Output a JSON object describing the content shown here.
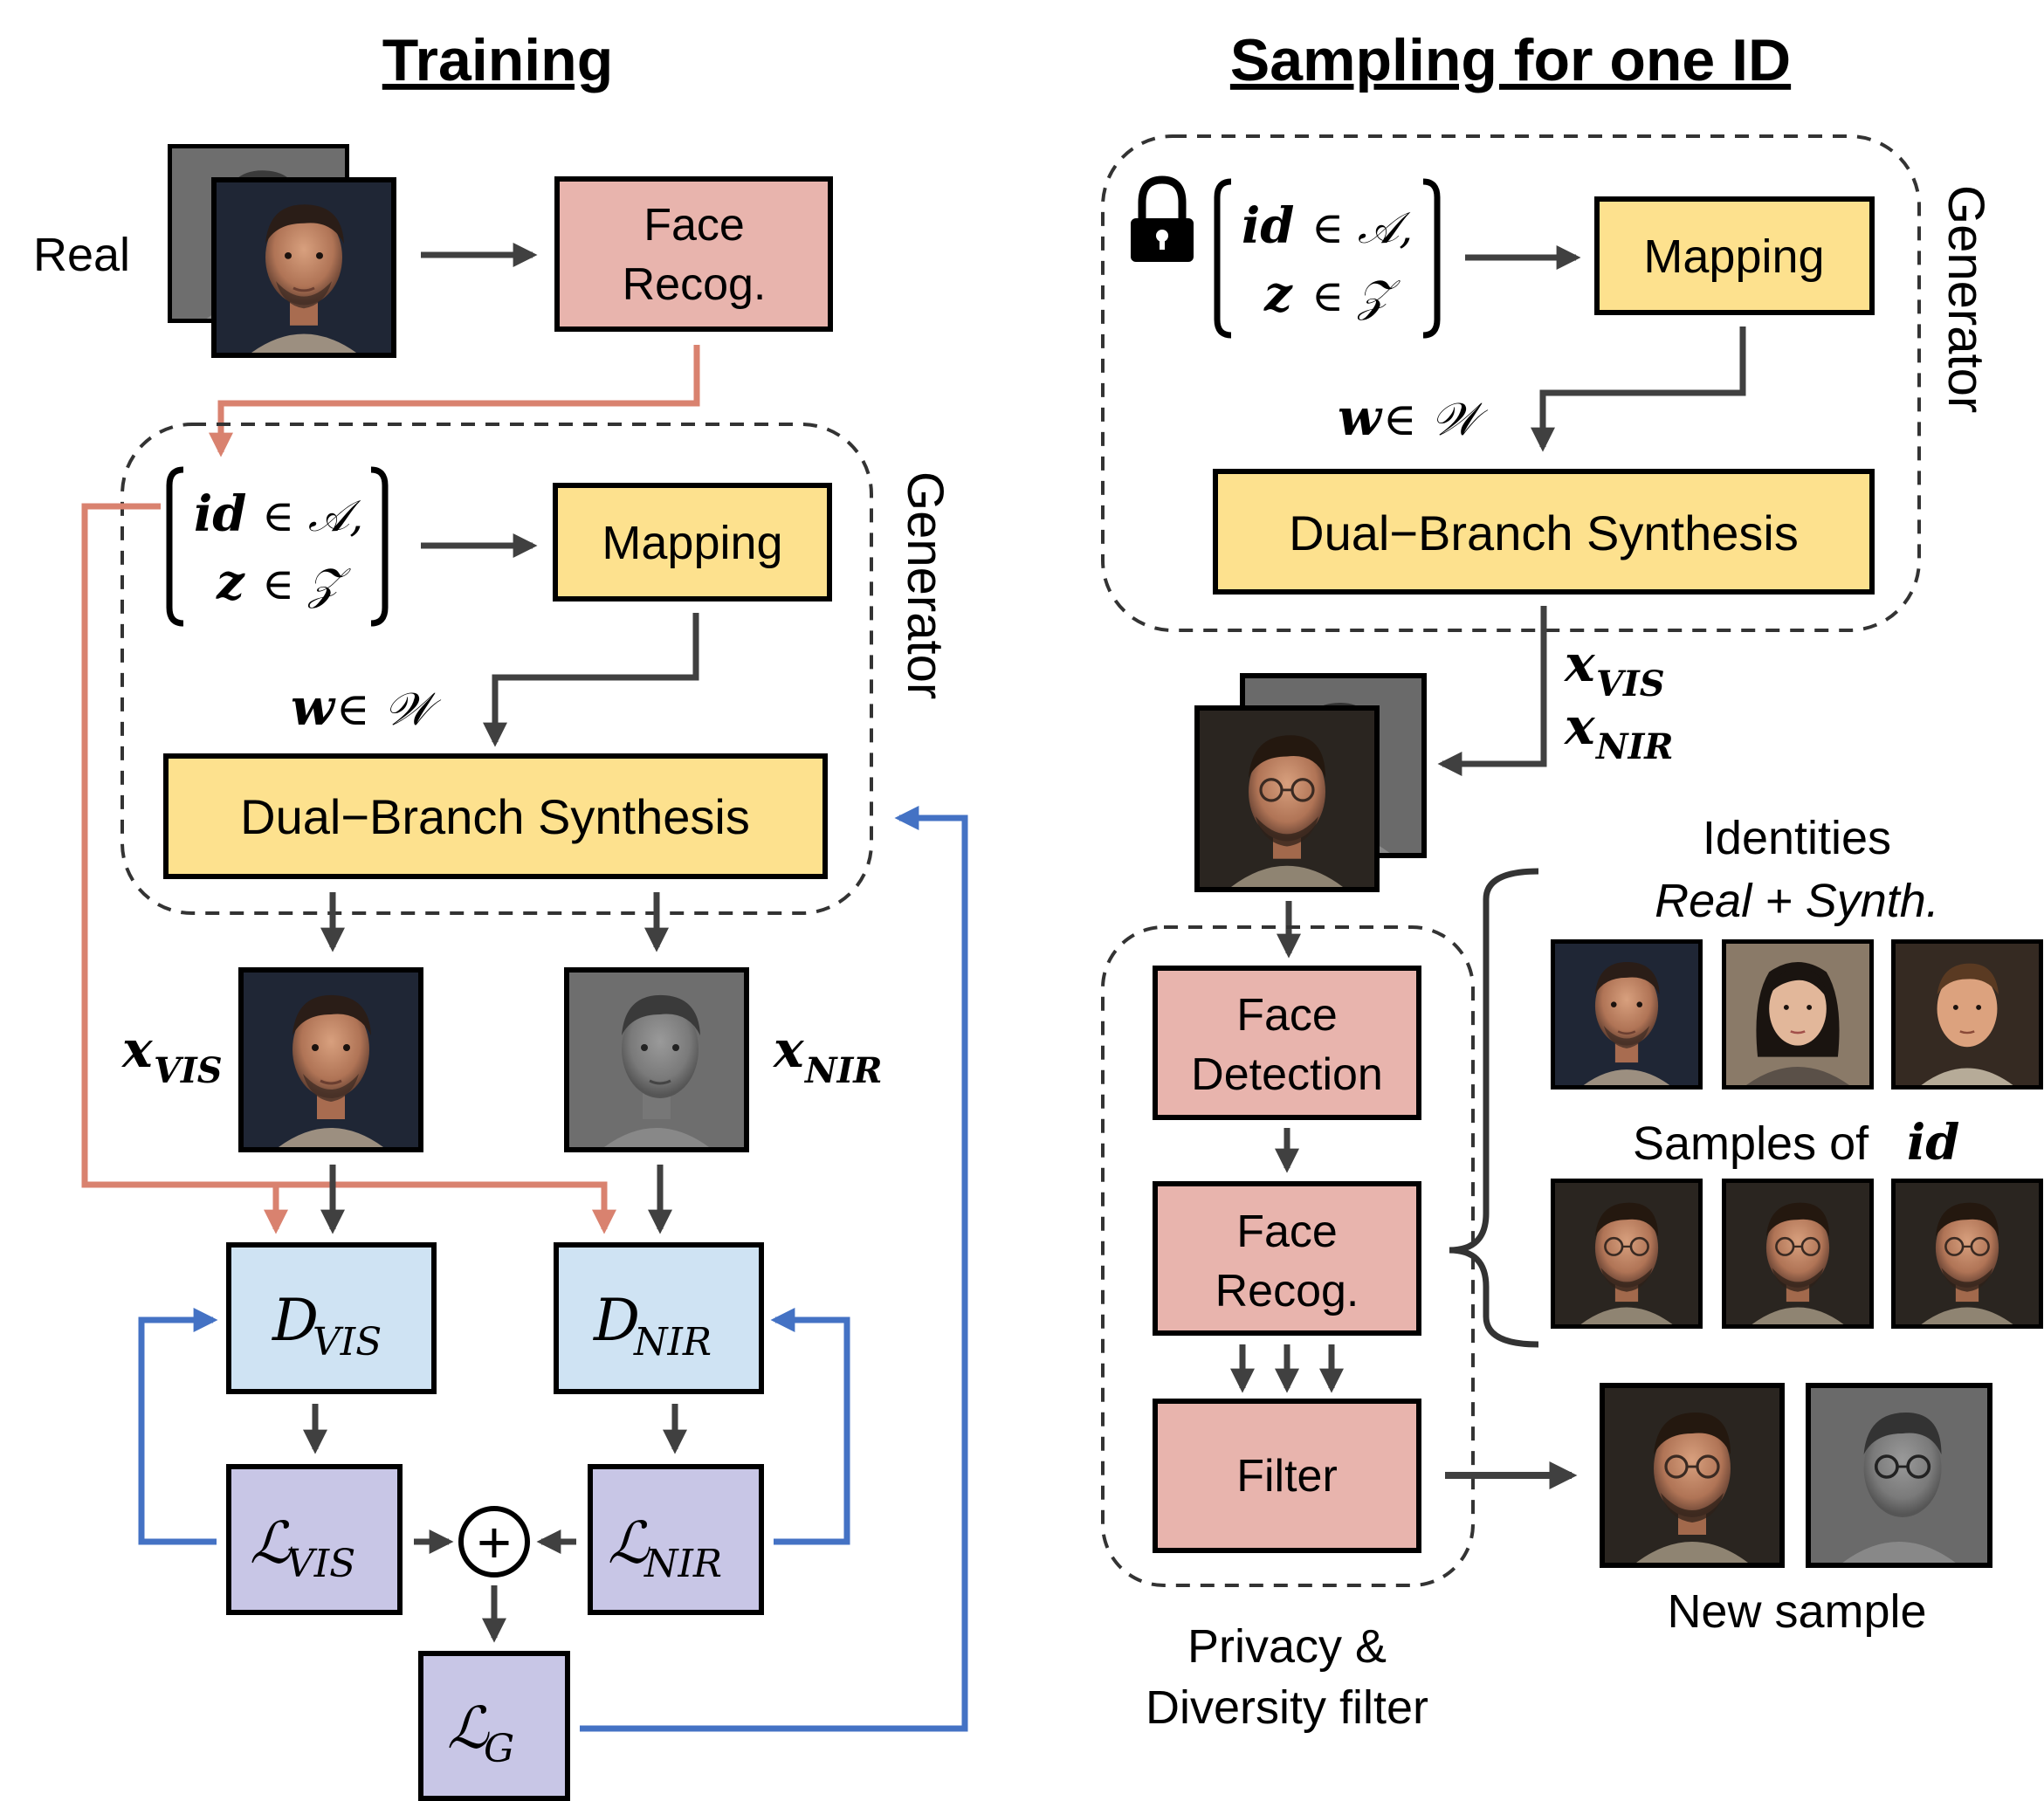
{
  "training": {
    "title": "Training",
    "real_label": "Real",
    "face_recog": [
      "Face",
      "Recog."
    ],
    "latent_id": "id",
    "latent_id_space": "∈ 𝒜,",
    "latent_z": "z",
    "latent_z_space": "∈ 𝒵",
    "mapping": "Mapping",
    "w_label": "w",
    "w_space": "∈ 𝒲",
    "synthesis": "Dual−Branch Synthesis",
    "generator": "Generator",
    "x_vis": "x",
    "x_vis_sub": "VIS",
    "x_nir": "x",
    "x_nir_sub": "NIR",
    "d_vis": "D",
    "d_vis_sub": "VIS",
    "d_nir": "D",
    "d_nir_sub": "NIR",
    "l_vis": "ℒ",
    "l_vis_sub": "VIS",
    "l_nir": "ℒ",
    "l_nir_sub": "NIR",
    "l_g": "ℒ",
    "l_g_sub": "G",
    "plus": "+"
  },
  "sampling": {
    "title": "Sampling for one ID",
    "latent_id": "id",
    "latent_id_space": "∈ 𝒜,",
    "latent_z": "z",
    "latent_z_space": "∈ 𝒵",
    "mapping": "Mapping",
    "w_label": "w",
    "w_space": "∈ 𝒲",
    "synthesis": "Dual−Branch Synthesis",
    "generator": "Generator",
    "x_vis": "x",
    "x_vis_sub": "VIS",
    "x_nir": "x",
    "x_nir_sub": "NIR",
    "face_detection": [
      "Face",
      "Detection"
    ],
    "face_recog": [
      "Face",
      "Recog."
    ],
    "filter": "Filter",
    "filter_caption": [
      "Privacy &",
      "Diversity filter"
    ],
    "identities_title": "Identities",
    "identities_sub": "Real + Synth.",
    "samples_of": "Samples of",
    "samples_id": "id",
    "new_sample": "New sample"
  },
  "colors": {
    "face_box": "#e8b4ad",
    "yellow_box": "#fde18e",
    "disc_box": "#cfe3f3",
    "loss_box": "#c8c6e6",
    "salmon_arrow": "#d9826f",
    "blue_arrow": "#4472c4",
    "dark_arrow": "#404040"
  },
  "icons": [
    "lock-icon",
    "face-photo-icon",
    "plus-circle-icon"
  ]
}
